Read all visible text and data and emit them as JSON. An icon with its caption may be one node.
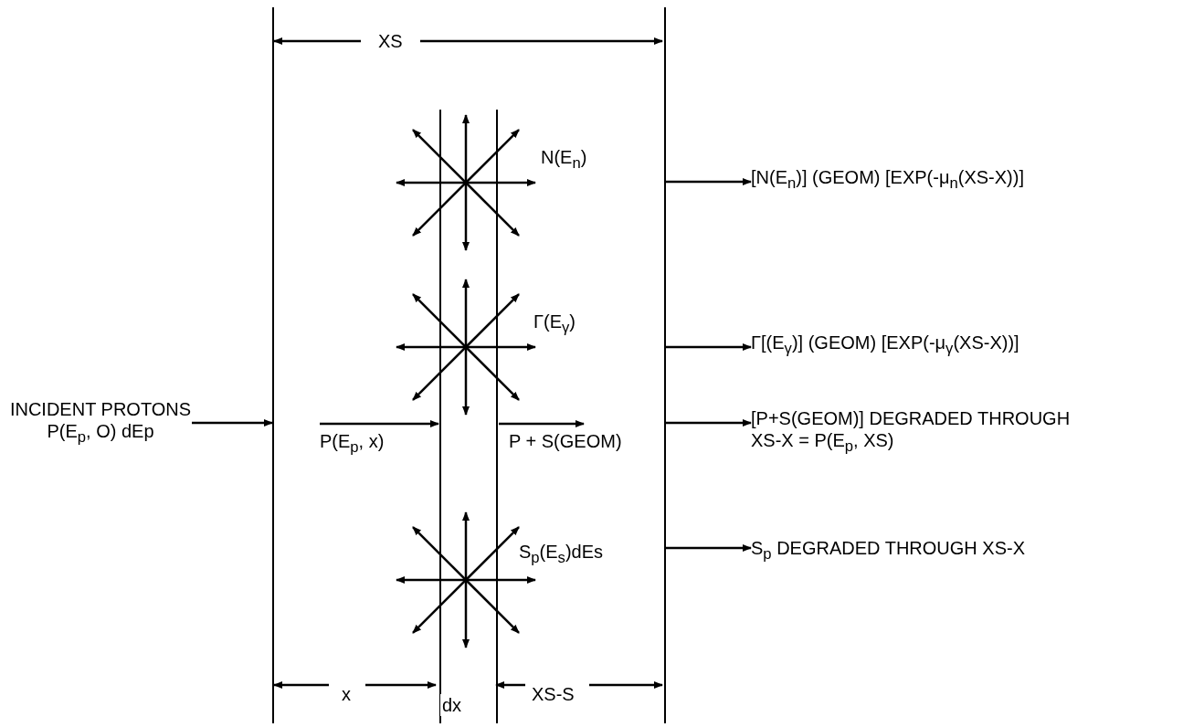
{
  "diagram": {
    "nodes": [
      {
        "text": [],
        "shape": "box"
      },
      {
        "text": [],
        "shape": "box",
        "in": 0
      },
      {
        "text": [
          "INCIDENT PROTONS",
          "P(E$_{p}$, O) dEp"
        ]
      },
      {
        "text": [
          "[N(E$_{n}$)] (GEOM) [EXP(-μ$_{n}$(XS-X))]"
        ]
      },
      {
        "text": [
          "Γ[(E$_{γ}$)] (GEOM) [EXP(-μ$_{γ}$(XS-X))]"
        ]
      },
      {
        "text": [
          "[P+S(GEOM)] DEGRADED THROUGH XS-X = P(E$_{p}$, XS)"
        ]
      },
      {
        "text": [
          "S$_{p}$ DEGRADED THROUGH XS-X"
        ]
      },
      {
        "text": [
          "P(E$_{p}$, x)"
        ],
        "in": 0
      },
      {
        "text": [
          "P + S(GEOM)"
        ],
        "in": 0
      }
    ],
    "edges": [
      {
        "from": 2,
        "to": 0,
        "arrow": "to"
      },
      {
        "from": 0,
        "to": 3,
        "arrow": "to"
      },
      {
        "from": 0,
        "to": 4,
        "arrow": "to"
      },
      {
        "from": 0,
        "to": 5,
        "arrow": "to"
      },
      {
        "from": 0,
        "to": 6,
        "arrow": "to"
      },
      {
        "from": 7,
        "to": 1,
        "arrow": "to"
      },
      {
        "from": 1,
        "to": 8,
        "arrow": "to"
      }
    ],
    "labels": [
      "XS",
      "N(E$_{n}$)",
      "Γ(E$_{γ}$)",
      "S$_{p}$(E$_{s}$)dEs",
      "x",
      "dx",
      "XS-S"
    ]
  }
}
